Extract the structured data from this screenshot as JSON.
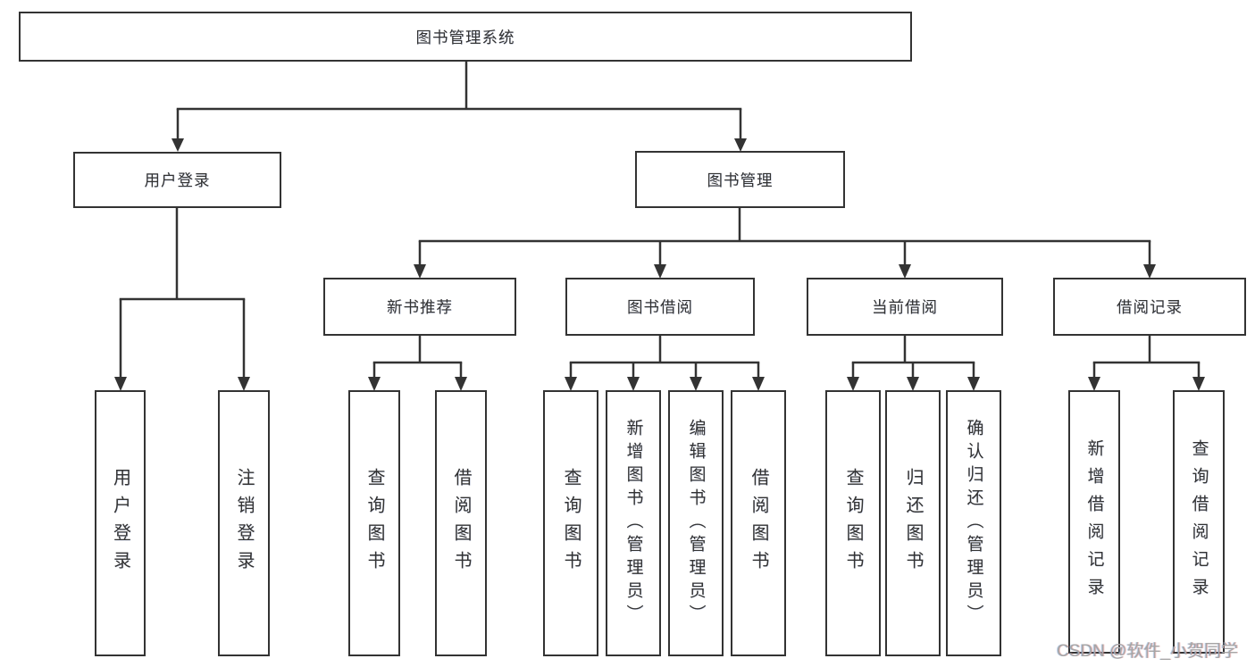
{
  "diagram": {
    "root": {
      "label": "图书管理系统"
    },
    "level1": {
      "user_login": {
        "label": "用户登录"
      },
      "book_mgmt": {
        "label": "图书管理"
      }
    },
    "level2": {
      "new_book_rec": {
        "label": "新书推荐"
      },
      "book_borrow": {
        "label": "图书借阅"
      },
      "current_borrow": {
        "label": "当前借阅"
      },
      "borrow_records": {
        "label": "借阅记录"
      }
    },
    "leaves": {
      "user_login_leaf": {
        "label": "用户登录"
      },
      "logout": {
        "label": "注销登录"
      },
      "query_book_1": {
        "label": "查询图书"
      },
      "borrow_book_1": {
        "label": "借阅图书"
      },
      "query_book_2": {
        "label": "查询图书"
      },
      "add_book": {
        "label": "新增图书（管理员）"
      },
      "edit_book": {
        "label": "编辑图书（管理员）"
      },
      "borrow_book_2": {
        "label": "借阅图书"
      },
      "query_book_3": {
        "label": "查询图书"
      },
      "return_book": {
        "label": "归还图书"
      },
      "confirm_return": {
        "label": "确认归还（管理员）"
      },
      "add_borrow_record": {
        "label": "新增借阅记录"
      },
      "query_borrow_record": {
        "label": "查询借阅记录"
      }
    },
    "colors": {
      "line": "#333333",
      "box_background": "#ffffff",
      "text": "#333333",
      "watermark": "#a6a6a6"
    },
    "watermark": {
      "label": "CSDN @软件_小贺同学"
    }
  }
}
